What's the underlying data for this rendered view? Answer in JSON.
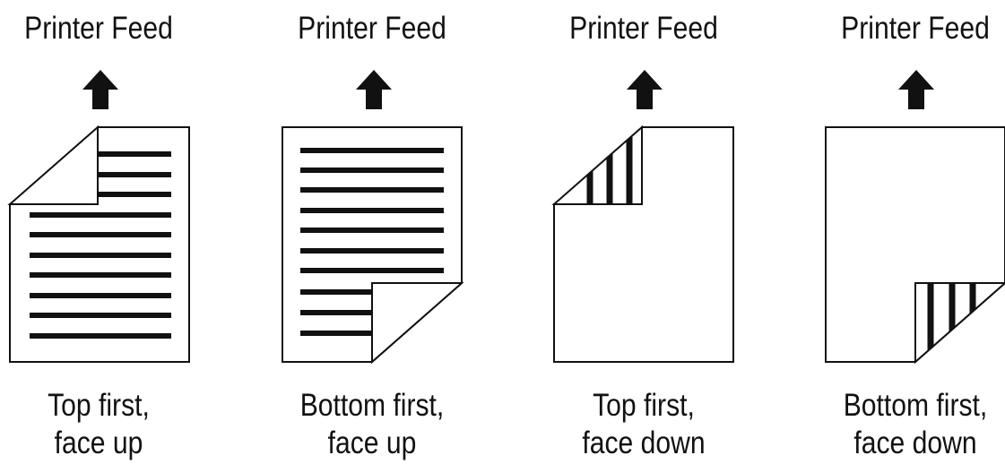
{
  "panels": [
    {
      "header": "Printer Feed",
      "arrow_icon": "arrow-up-icon",
      "caption_line1": "Top first,",
      "caption_line2": "face up"
    },
    {
      "header": "Printer Feed",
      "arrow_icon": "arrow-up-icon",
      "caption_line1": "Bottom first,",
      "caption_line2": "face up"
    },
    {
      "header": "Printer Feed",
      "arrow_icon": "arrow-up-icon",
      "caption_line1": "Top first,",
      "caption_line2": "face down"
    },
    {
      "header": "Printer Feed",
      "arrow_icon": "arrow-up-icon",
      "caption_line1": "Bottom first,",
      "caption_line2": "face down"
    }
  ],
  "colors": {
    "ink": "#111111",
    "paper": "#ffffff"
  }
}
